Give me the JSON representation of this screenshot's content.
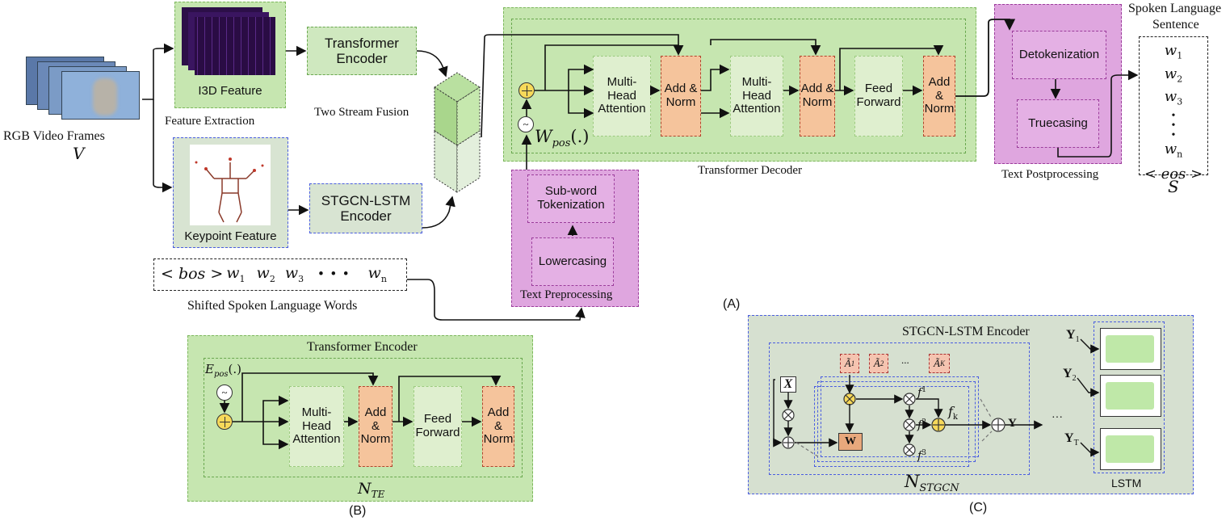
{
  "feature_extraction": {
    "rgb_label": "RGB Video Frames",
    "rgb_symbol": "V",
    "i3d_label": "I3D Feature",
    "section_label": "Feature Extraction",
    "keypoint_label": "Keypoint Feature"
  },
  "encoders": {
    "transformer_encoder": "Transformer Encoder",
    "stgcn_lstm_encoder": "STGCN-LSTM Encoder",
    "two_stream_fusion": "Two Stream Fusion"
  },
  "shifted_words": {
    "sequence": "< bos > w1  w2  w3  •  •  •  wn",
    "bos": "< bos >",
    "w1": "w",
    "w1_sub": "1",
    "w2": "w",
    "w2_sub": "2",
    "w3": "w",
    "w3_sub": "3",
    "dots": "•   •   •",
    "wn": "w",
    "wn_sub": "n",
    "label": "Shifted Spoken Language Words"
  },
  "text_preprocessing": {
    "subword": "Sub-word Tokenization",
    "lowercasing": "Lowercasing",
    "label": "Text Preprocessing"
  },
  "decoder": {
    "pos_symbol": "W",
    "pos_sub": "pos",
    "pos_suffix": "(.)",
    "mha1": "Multi-Head Attention",
    "add_norm_1": "Add & Norm",
    "mha2": "Multi-Head Attention",
    "add_norm_2": "Add & Norm",
    "feed_forward": "Feed Forward",
    "add_norm_3": "Add & Norm",
    "label": "Transformer Decoder",
    "panel_label": "(A)"
  },
  "text_postprocessing": {
    "detokenization": "Detokenization",
    "truecasing": "Truecasing",
    "label": "Text Postprocessing"
  },
  "output": {
    "title_line1": "Spoken Language",
    "title_line2": "Sentence",
    "words": [
      {
        "w": "w",
        "sub": "1"
      },
      {
        "w": "w",
        "sub": "2"
      },
      {
        "w": "w",
        "sub": "3"
      }
    ],
    "wn": "w",
    "wn_sub": "n",
    "eos": "< eos >",
    "symbol": "S"
  },
  "encoder_detail": {
    "title": "Transformer Encoder",
    "pos_symbol": "E",
    "pos_sub": "pos",
    "pos_suffix": "(.)",
    "mha": "Multi-Head Attention",
    "add_norm_1": "Add & Norm",
    "feed_forward": "Feed Forward",
    "add_norm_2": "Add & Norm",
    "symbol": "N",
    "symbol_sub": "TE",
    "panel_label": "(B)"
  },
  "stgcn_detail": {
    "title": "STGCN-LSTM Encoder",
    "x_symbol": "X",
    "a1": "Ã",
    "a1_sub": "1",
    "a2": "Ã",
    "a2_sub": "2",
    "ak": "Ã",
    "ak_sub": "K",
    "ellipsis": "...",
    "w_symbol": "W",
    "f1": "f",
    "f1_sup": "1",
    "f2": "f",
    "f2_sup": "2",
    "f3": "f",
    "f3_sup": "3",
    "fk": "f",
    "fk_sub": "k",
    "y_out": "Y",
    "y1": "Y",
    "y1_sub": "1",
    "y2": "Y",
    "y2_sub": "2",
    "yt": "Y",
    "yt_sub": "T",
    "dots": "···",
    "symbol": "N",
    "symbol_sub": "STGCN",
    "lstm_label": "LSTM",
    "panel_label": "(C)"
  },
  "colors": {
    "green_bg": "#c6e6b0",
    "orange_block": "#f5c49c",
    "purple_bg": "#dfa6df",
    "blue_dash": "#4a5de0",
    "stgcn_bg": "#d6e0d0"
  }
}
